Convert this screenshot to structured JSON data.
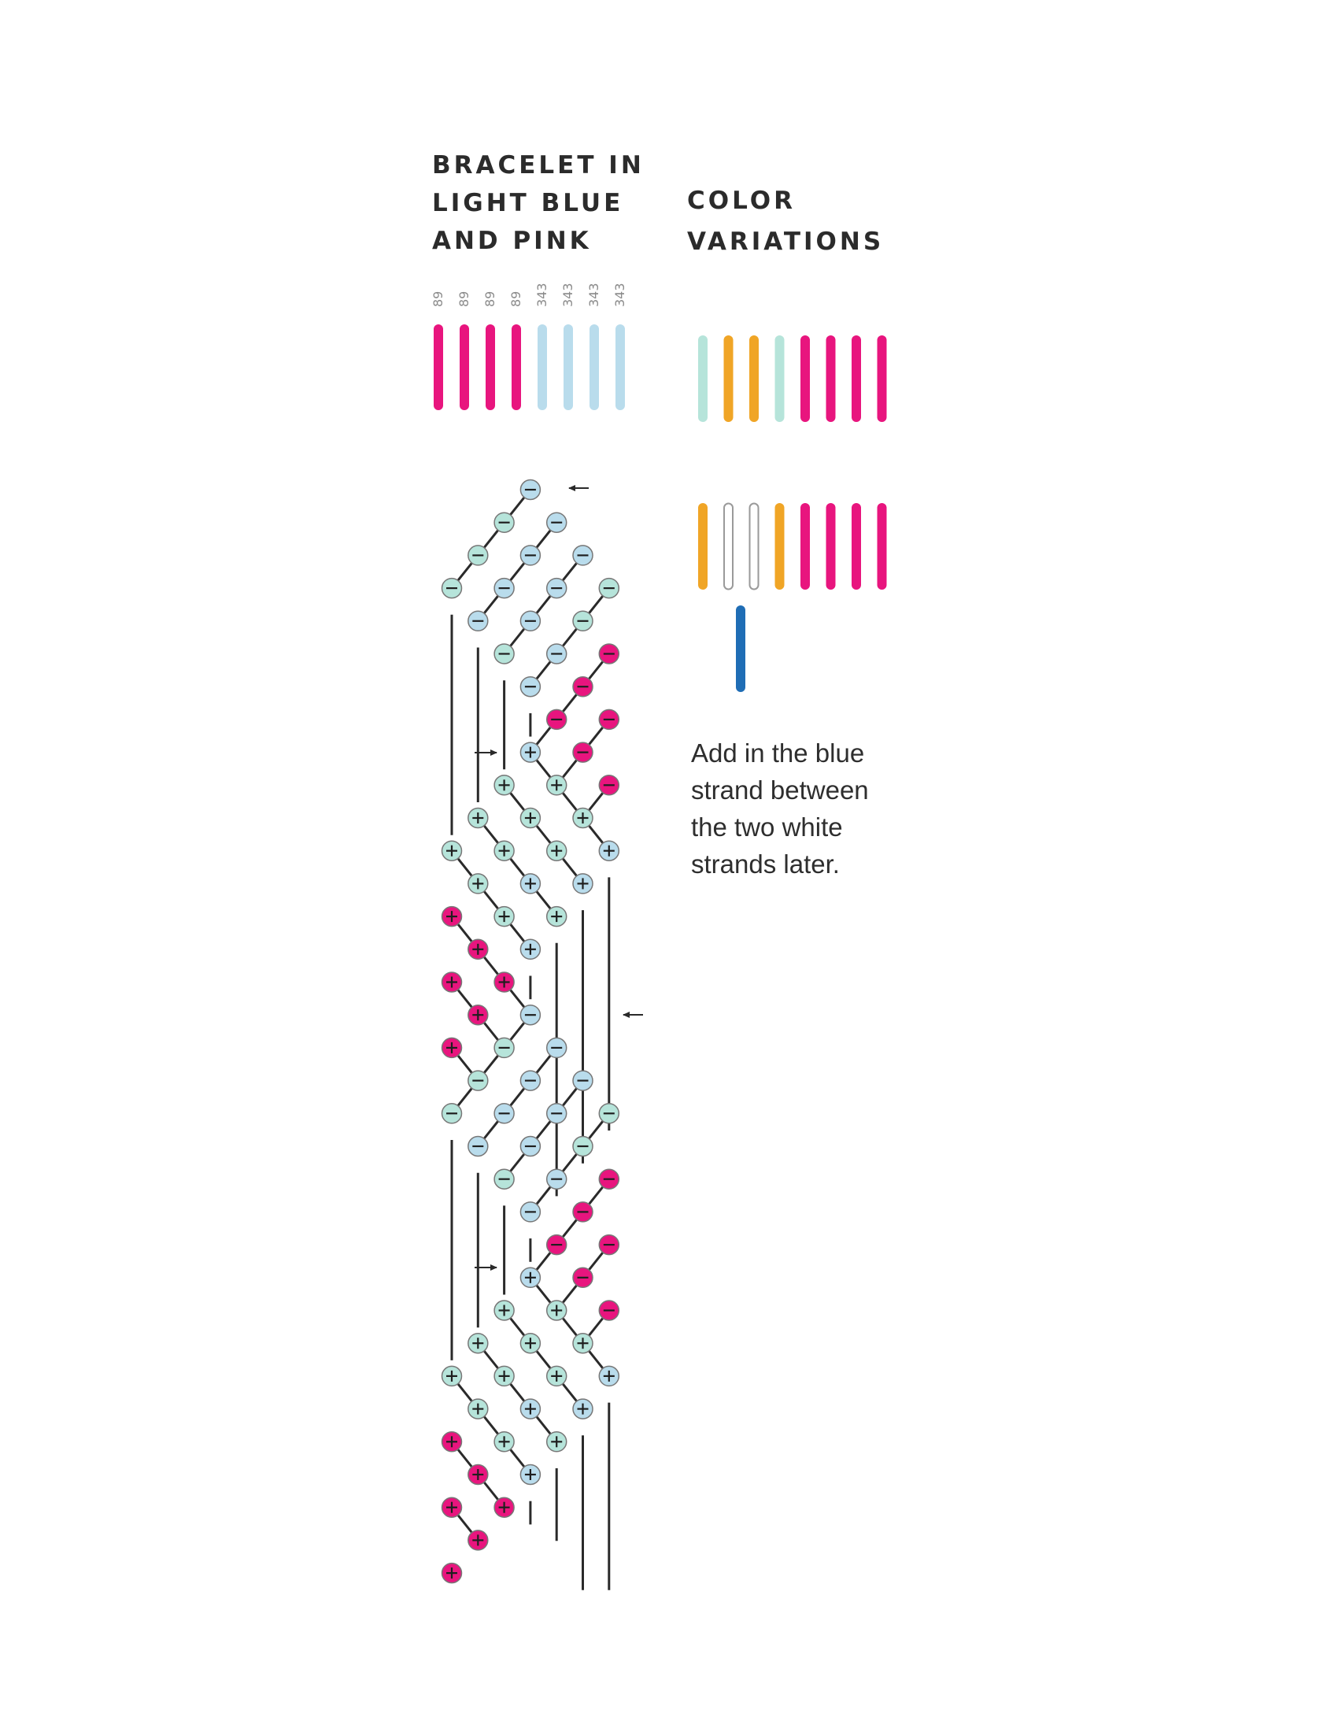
{
  "title": {
    "lines": [
      "BRACELET IN",
      "LIGHT BLUE",
      "AND PINK"
    ]
  },
  "variations_title": {
    "lines": [
      "COLOR",
      "VARIATIONS"
    ]
  },
  "note": {
    "lines": [
      "Add in the blue",
      "strand between",
      "the two white",
      "strands later."
    ]
  },
  "colors": {
    "pink": "#e8157e",
    "light_blue": "#b9dcec",
    "mint": "#b6e4da",
    "orange": "#f0a526",
    "white": "#ffffff",
    "blue": "#1f6db5",
    "line": "#2a2a2a"
  },
  "strand_codes": [
    "89",
    "89",
    "89",
    "89",
    "343",
    "343",
    "343",
    "343"
  ],
  "main_strands": [
    "pink",
    "pink",
    "pink",
    "pink",
    "light_blue",
    "light_blue",
    "light_blue",
    "light_blue"
  ],
  "variation_1": [
    "mint",
    "orange",
    "orange",
    "mint",
    "pink",
    "pink",
    "pink",
    "pink"
  ],
  "variation_2": [
    "orange",
    "white",
    "white",
    "orange",
    "pink",
    "pink",
    "pink",
    "pink"
  ],
  "variation_2_extra": [
    "blue"
  ],
  "knot_pattern": {
    "direction_arrows": [
      "left",
      "right",
      "left",
      "right"
    ],
    "rows": [
      {
        "row": 0,
        "knots": [
          {
            "col": 3,
            "color": "light_blue",
            "sign": "minus"
          }
        ]
      },
      {
        "row": 1,
        "knots": [
          {
            "col": 2,
            "color": "mint",
            "sign": "minus"
          },
          {
            "col": 4,
            "color": "light_blue",
            "sign": "minus"
          }
        ]
      },
      {
        "row": 2,
        "knots": [
          {
            "col": 1,
            "color": "mint",
            "sign": "minus"
          },
          {
            "col": 3,
            "color": "light_blue",
            "sign": "minus"
          },
          {
            "col": 5,
            "color": "light_blue",
            "sign": "minus"
          }
        ]
      },
      {
        "row": 3,
        "knots": [
          {
            "col": 0,
            "color": "mint",
            "sign": "minus"
          },
          {
            "col": 2,
            "color": "light_blue",
            "sign": "minus"
          },
          {
            "col": 4,
            "color": "light_blue",
            "sign": "minus"
          },
          {
            "col": 6,
            "color": "mint",
            "sign": "minus"
          }
        ]
      },
      {
        "row": 4,
        "knots": [
          {
            "col": 1,
            "color": "light_blue",
            "sign": "minus"
          },
          {
            "col": 3,
            "color": "light_blue",
            "sign": "minus"
          },
          {
            "col": 5,
            "color": "mint",
            "sign": "minus"
          }
        ]
      },
      {
        "row": 5,
        "knots": [
          {
            "col": 2,
            "color": "mint",
            "sign": "minus"
          },
          {
            "col": 4,
            "color": "light_blue",
            "sign": "minus"
          },
          {
            "col": 6,
            "color": "pink",
            "sign": "minus"
          }
        ]
      },
      {
        "row": 6,
        "knots": [
          {
            "col": 3,
            "color": "light_blue",
            "sign": "minus"
          },
          {
            "col": 5,
            "color": "pink",
            "sign": "minus"
          }
        ]
      },
      {
        "row": 7,
        "knots": [
          {
            "col": 4,
            "color": "pink",
            "sign": "minus"
          },
          {
            "col": 6,
            "color": "pink",
            "sign": "minus"
          }
        ]
      },
      {
        "row": 8,
        "knots": [
          {
            "col": 3,
            "color": "light_blue",
            "sign": "plus"
          },
          {
            "col": 5,
            "color": "pink",
            "sign": "minus"
          }
        ]
      },
      {
        "row": 9,
        "knots": [
          {
            "col": 2,
            "color": "mint",
            "sign": "plus"
          },
          {
            "col": 4,
            "color": "mint",
            "sign": "plus"
          },
          {
            "col": 6,
            "color": "pink",
            "sign": "minus"
          }
        ]
      },
      {
        "row": 10,
        "knots": [
          {
            "col": 1,
            "color": "mint",
            "sign": "plus"
          },
          {
            "col": 3,
            "color": "mint",
            "sign": "plus"
          },
          {
            "col": 5,
            "color": "mint",
            "sign": "plus"
          }
        ]
      },
      {
        "row": 11,
        "knots": [
          {
            "col": 0,
            "color": "mint",
            "sign": "plus"
          },
          {
            "col": 2,
            "color": "mint",
            "sign": "plus"
          },
          {
            "col": 4,
            "color": "mint",
            "sign": "plus"
          },
          {
            "col": 6,
            "color": "light_blue",
            "sign": "plus"
          }
        ]
      },
      {
        "row": 12,
        "knots": [
          {
            "col": 1,
            "color": "mint",
            "sign": "plus"
          },
          {
            "col": 3,
            "color": "light_blue",
            "sign": "plus"
          },
          {
            "col": 5,
            "color": "light_blue",
            "sign": "plus"
          }
        ]
      },
      {
        "row": 13,
        "knots": [
          {
            "col": 0,
            "color": "pink",
            "sign": "plus"
          },
          {
            "col": 2,
            "color": "mint",
            "sign": "plus"
          },
          {
            "col": 4,
            "color": "mint",
            "sign": "plus"
          }
        ]
      },
      {
        "row": 14,
        "knots": [
          {
            "col": 1,
            "color": "pink",
            "sign": "plus"
          },
          {
            "col": 3,
            "color": "light_blue",
            "sign": "plus"
          }
        ]
      },
      {
        "row": 15,
        "knots": [
          {
            "col": 0,
            "color": "pink",
            "sign": "plus"
          },
          {
            "col": 2,
            "color": "pink",
            "sign": "plus"
          }
        ]
      },
      {
        "row": 16,
        "knots": [
          {
            "col": 1,
            "color": "pink",
            "sign": "plus"
          },
          {
            "col": 3,
            "color": "light_blue",
            "sign": "minus"
          }
        ]
      },
      {
        "row": 17,
        "knots": [
          {
            "col": 0,
            "color": "pink",
            "sign": "plus"
          },
          {
            "col": 2,
            "color": "mint",
            "sign": "minus"
          },
          {
            "col": 4,
            "color": "light_blue",
            "sign": "minus"
          }
        ]
      },
      {
        "row": 18,
        "knots": [
          {
            "col": 1,
            "color": "mint",
            "sign": "minus"
          },
          {
            "col": 3,
            "color": "light_blue",
            "sign": "minus"
          },
          {
            "col": 5,
            "color": "light_blue",
            "sign": "minus"
          }
        ]
      },
      {
        "row": 19,
        "knots": [
          {
            "col": 0,
            "color": "mint",
            "sign": "minus"
          },
          {
            "col": 2,
            "color": "light_blue",
            "sign": "minus"
          },
          {
            "col": 4,
            "color": "light_blue",
            "sign": "minus"
          },
          {
            "col": 6,
            "color": "mint",
            "sign": "minus"
          }
        ]
      },
      {
        "row": 20,
        "knots": [
          {
            "col": 1,
            "color": "light_blue",
            "sign": "minus"
          },
          {
            "col": 3,
            "color": "light_blue",
            "sign": "minus"
          },
          {
            "col": 5,
            "color": "mint",
            "sign": "minus"
          }
        ]
      },
      {
        "row": 21,
        "knots": [
          {
            "col": 2,
            "color": "mint",
            "sign": "minus"
          },
          {
            "col": 4,
            "color": "light_blue",
            "sign": "minus"
          },
          {
            "col": 6,
            "color": "pink",
            "sign": "minus"
          }
        ]
      },
      {
        "row": 22,
        "knots": [
          {
            "col": 3,
            "color": "light_blue",
            "sign": "minus"
          },
          {
            "col": 5,
            "color": "pink",
            "sign": "minus"
          }
        ]
      },
      {
        "row": 23,
        "knots": [
          {
            "col": 4,
            "color": "pink",
            "sign": "minus"
          },
          {
            "col": 6,
            "color": "pink",
            "sign": "minus"
          }
        ]
      },
      {
        "row": 24,
        "knots": [
          {
            "col": 3,
            "color": "light_blue",
            "sign": "plus"
          },
          {
            "col": 5,
            "color": "pink",
            "sign": "minus"
          }
        ]
      },
      {
        "row": 25,
        "knots": [
          {
            "col": 2,
            "color": "mint",
            "sign": "plus"
          },
          {
            "col": 4,
            "color": "mint",
            "sign": "plus"
          },
          {
            "col": 6,
            "color": "pink",
            "sign": "minus"
          }
        ]
      },
      {
        "row": 26,
        "knots": [
          {
            "col": 1,
            "color": "mint",
            "sign": "plus"
          },
          {
            "col": 3,
            "color": "mint",
            "sign": "plus"
          },
          {
            "col": 5,
            "color": "mint",
            "sign": "plus"
          }
        ]
      },
      {
        "row": 27,
        "knots": [
          {
            "col": 0,
            "color": "mint",
            "sign": "plus"
          },
          {
            "col": 2,
            "color": "mint",
            "sign": "plus"
          },
          {
            "col": 4,
            "color": "mint",
            "sign": "plus"
          },
          {
            "col": 6,
            "color": "light_blue",
            "sign": "plus"
          }
        ]
      },
      {
        "row": 28,
        "knots": [
          {
            "col": 1,
            "color": "mint",
            "sign": "plus"
          },
          {
            "col": 3,
            "color": "light_blue",
            "sign": "plus"
          },
          {
            "col": 5,
            "color": "light_blue",
            "sign": "plus"
          }
        ]
      },
      {
        "row": 29,
        "knots": [
          {
            "col": 0,
            "color": "pink",
            "sign": "plus"
          },
          {
            "col": 2,
            "color": "mint",
            "sign": "plus"
          },
          {
            "col": 4,
            "color": "mint",
            "sign": "plus"
          }
        ]
      },
      {
        "row": 30,
        "knots": [
          {
            "col": 1,
            "color": "pink",
            "sign": "plus"
          },
          {
            "col": 3,
            "color": "light_blue",
            "sign": "plus"
          }
        ]
      },
      {
        "row": 31,
        "knots": [
          {
            "col": 0,
            "color": "pink",
            "sign": "plus"
          },
          {
            "col": 2,
            "color": "pink",
            "sign": "plus"
          }
        ]
      },
      {
        "row": 32,
        "knots": [
          {
            "col": 1,
            "color": "pink",
            "sign": "plus"
          }
        ]
      },
      {
        "row": 33,
        "knots": [
          {
            "col": 0,
            "color": "pink",
            "sign": "plus"
          }
        ]
      }
    ]
  }
}
